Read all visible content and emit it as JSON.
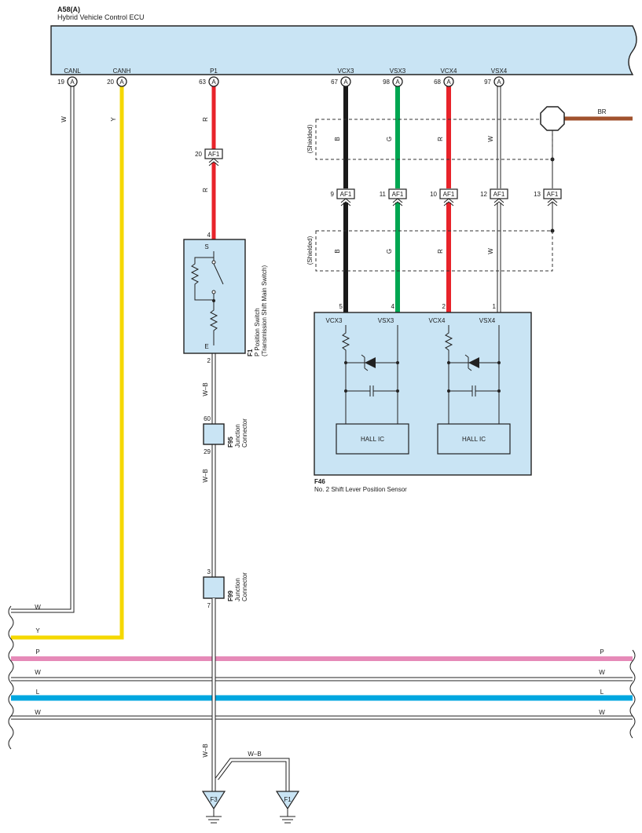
{
  "ecu": {
    "code": "A58(A)",
    "name": "Hybrid Vehicle Control ECU"
  },
  "ecu_pins": [
    {
      "pin": "19",
      "sig": "CANL",
      "conn": "A"
    },
    {
      "pin": "20",
      "sig": "CANH",
      "conn": "A"
    },
    {
      "pin": "63",
      "sig": "P1",
      "conn": "A"
    },
    {
      "pin": "67",
      "sig": "VCX3",
      "conn": "A"
    },
    {
      "pin": "98",
      "sig": "VSX3",
      "conn": "A"
    },
    {
      "pin": "68",
      "sig": "VCX4",
      "conn": "A"
    },
    {
      "pin": "97",
      "sig": "VSX4",
      "conn": "A"
    }
  ],
  "wire_colors": {
    "canl": "W",
    "canh": "Y",
    "p1_upper": "R",
    "p1_lower": "R",
    "vcx3_upper": "B",
    "vsx3_upper": "G",
    "vcx4_upper": "R",
    "vsx4_upper": "W",
    "vcx3_lower": "B",
    "vsx3_lower": "G",
    "vcx4_lower": "R",
    "vsx4_lower": "W",
    "shield_ground": "BR",
    "gnd_upper": "W–B",
    "gnd_mid": "W–B",
    "gnd_lower": "W–B",
    "gnd_branch": "W–B"
  },
  "shielded_label": "(Shielded)",
  "af1": {
    "name": "AF1",
    "p1_pin": "20",
    "pins": [
      "9",
      "11",
      "10",
      "12",
      "13"
    ]
  },
  "switch_f1": {
    "code": "F1",
    "name": "P Position Switch",
    "subtitle": "(Transmission Shift Main Switch)",
    "term_top": "S",
    "term_bottom": "E",
    "pin_top": "4",
    "pin_bottom": "2"
  },
  "sensor_f46": {
    "code": "F46",
    "name": "No.  2 Shift Lever Position Sensor",
    "pins": [
      "5",
      "4",
      "2",
      "1"
    ],
    "terminals": [
      "VCX3",
      "VSX3",
      "VCX4",
      "VSX4"
    ],
    "ic_label": "HALL IC"
  },
  "junction_f95": {
    "code": "F95",
    "name": "Junction",
    "name2": "Connector",
    "pin_top": "60",
    "pin_bottom": "29"
  },
  "junction_f99": {
    "code": "F99",
    "name": "Junction",
    "name2": "Connector",
    "pin_top": "3",
    "pin_bottom": "7"
  },
  "bus_lines": [
    {
      "label": "W",
      "label_r": "",
      "color": "#ffffff"
    },
    {
      "label": "Y",
      "label_r": "",
      "color": "#f5d800"
    },
    {
      "label": "P",
      "label_r": "P",
      "color": "#e68ab8"
    },
    {
      "label": "W",
      "label_r": "W",
      "color": "#ffffff"
    },
    {
      "label": "L",
      "label_r": "L",
      "color": "#00a7e0"
    },
    {
      "label": "W",
      "label_r": "W",
      "color": "#ffffff"
    }
  ],
  "grounds": [
    "F3",
    "F1"
  ],
  "colors": {
    "red": "#e8232a",
    "black": "#1a1a1a",
    "green": "#00a651",
    "yellow": "#f5d800",
    "brown": "#a0522d",
    "pink": "#e68ab8",
    "blue": "#00a7e0",
    "box": "#c9e4f4"
  }
}
